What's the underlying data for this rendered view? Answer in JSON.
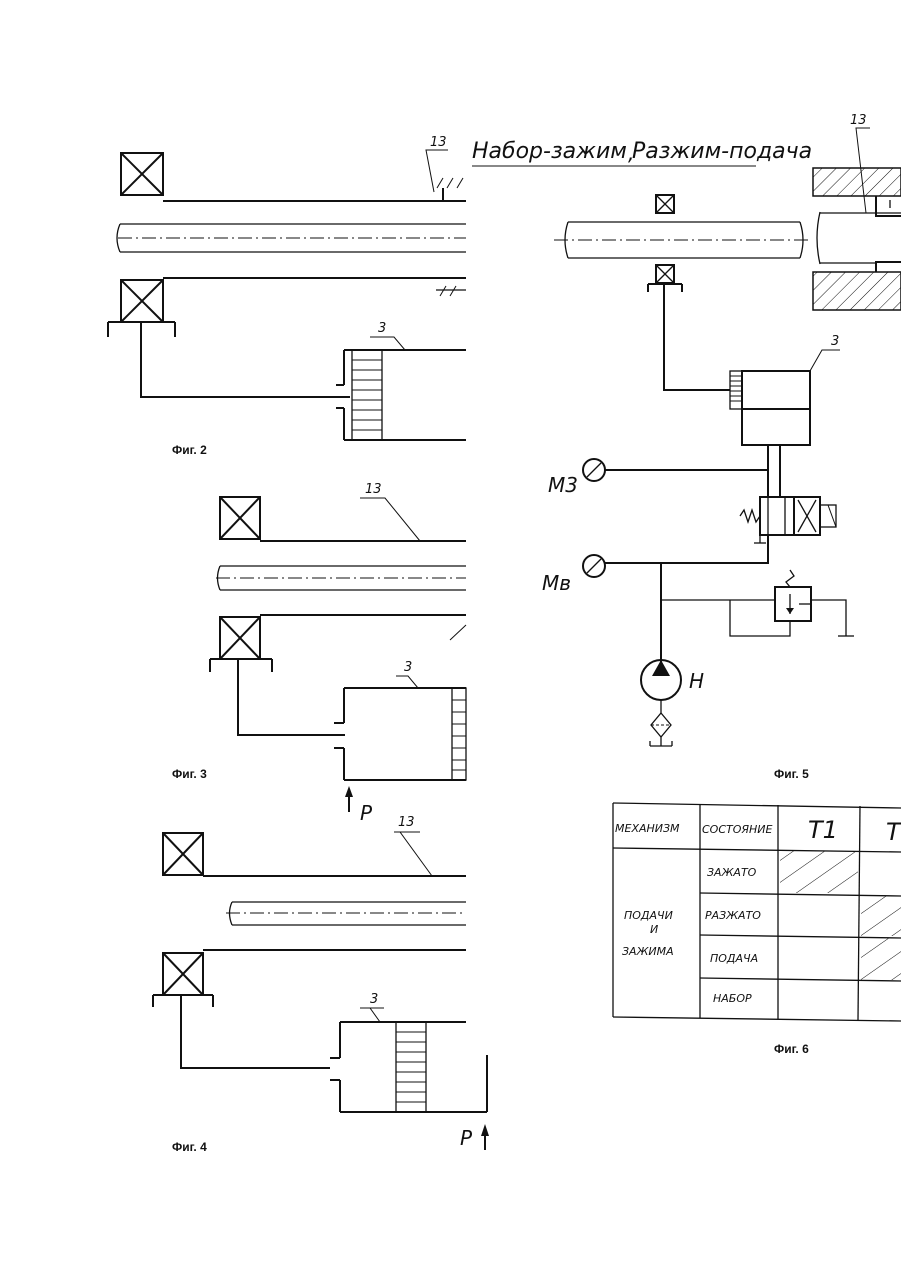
{
  "header": {
    "title_left": "Набор-зажим",
    "title_right": "Разжим-подача"
  },
  "part_labels": {
    "rod": "13",
    "cylinder": "3",
    "pump": "Н",
    "gauge_clamp": "М3",
    "gauge_in": "Мв",
    "pressure": "Р"
  },
  "figures": {
    "fig2": "Фиг. 2",
    "fig3": "Фиг. 3",
    "fig4": "Фиг. 4",
    "fig5": "Фиг. 5",
    "fig6": "Фиг. 6"
  },
  "table": {
    "headers": [
      "МЕХАНИЗМ",
      "СОСТОЯНИЕ",
      "T1",
      "T"
    ],
    "mechanism": [
      "ПОДАЧИ",
      "И",
      "ЗАЖИМА"
    ],
    "states": [
      "ЗАЖАТО",
      "РАЗЖАТО",
      "ПОДАЧА",
      "НАБОР"
    ],
    "hatched_cells": [
      [
        0,
        0
      ],
      [
        1,
        1
      ],
      [
        2,
        1
      ]
    ]
  }
}
